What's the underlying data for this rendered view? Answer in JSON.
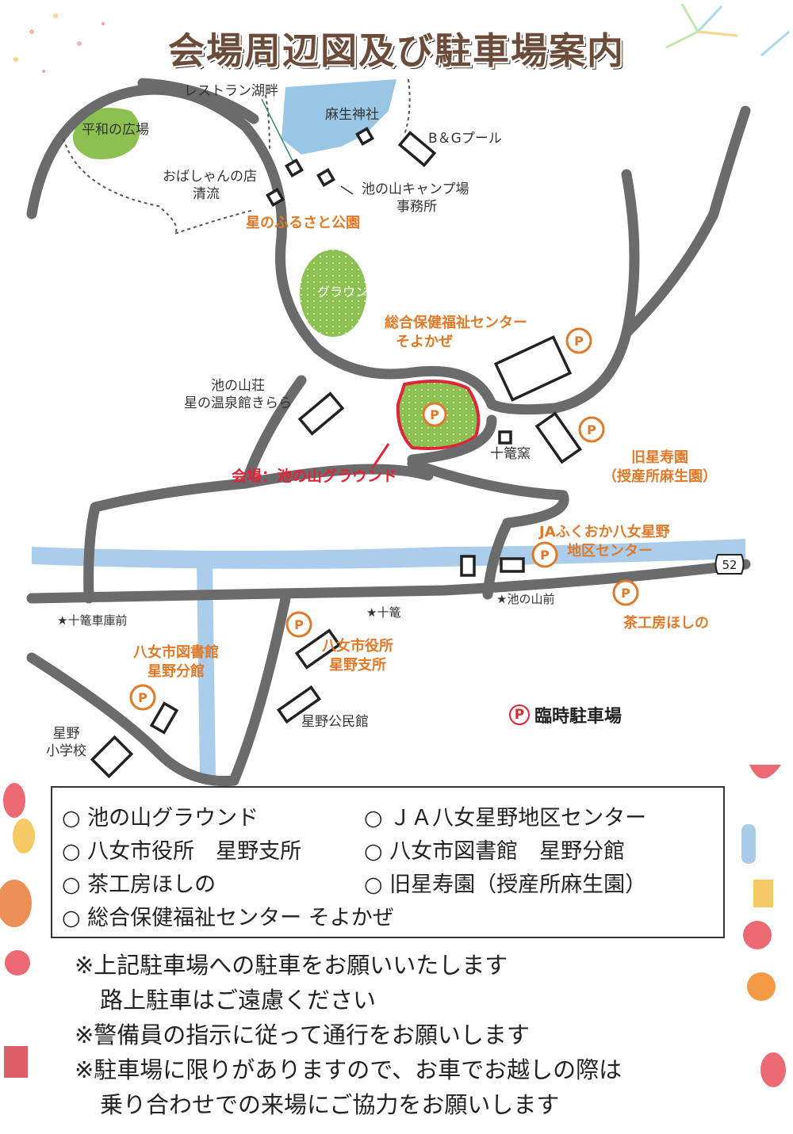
{
  "title": "会場周辺図及び駐車場案内",
  "map": {
    "places": {
      "heiwa_hiroba": "平和の広場",
      "restaurant": "レストラン湖畔",
      "aso_shrine": "麻生神社",
      "bg_pool": "B＆Gプール",
      "obachan_line1": "おばしゃんの店",
      "obachan_line2": "清流",
      "camp_line1": "池の山キャンプ場",
      "camp_line2": "事務所",
      "hoshi_park": "星のふるさと公園",
      "ground_golf": "グラウンドゴルフ場",
      "soyokaze_line1": "総合保健福祉センター",
      "soyokaze_line2": "そよかぜ",
      "ikenoyamaso_line1": "池の山荘",
      "ikenoyamaso_line2": "星の温泉館きらら",
      "jukama": "十篭窯",
      "old_jujuen_line1": "旧星寿園",
      "old_jujuen_line2": "（授産所麻生園）",
      "venue": "会場：池の山グラウンド",
      "ja_line1": "JAふくおか八女星野",
      "ja_line2": "地区センター",
      "route_number": "52",
      "bus_jukama_garage": "★十篭車庫前",
      "bus_jukama": "★十篭",
      "bus_ikenoyama": "★池の山前",
      "chakobo": "茶工房ほしの",
      "library_line1": "八女市図書館",
      "library_line2": "星野分館",
      "cityhall_line1": "八女市役所",
      "cityhall_line2": "星野支所",
      "community_hall": "星野公民館",
      "school_line1": "星野",
      "school_line2": "小学校"
    },
    "parking_symbol": "P",
    "legend": "臨時駐車場",
    "colors": {
      "road": "#6b6b6b",
      "river": "#a9cdea",
      "green": "#8cc152",
      "parking": "#e07a2a",
      "venue": "#e0243a"
    }
  },
  "parking_list": [
    "○ 池の山グラウンド",
    "○ ＪＡ八女星野地区センター",
    "○ 八女市役所　星野支所",
    "○ 八女市図書館　星野分館",
    "○ 茶工房ほしの",
    "○ 旧星寿園（授産所麻生園）",
    "○ 総合保健福祉センター そよかぜ"
  ],
  "notes": [
    "※上記駐車場への駐車をお願いいたします",
    "路上駐車はご遠慮ください",
    "※警備員の指示に従って通行をお願いします",
    "※駐車場に限りがありますので、お車でお越しの際は",
    "乗り合わせでの来場にご協力をお願いします"
  ]
}
